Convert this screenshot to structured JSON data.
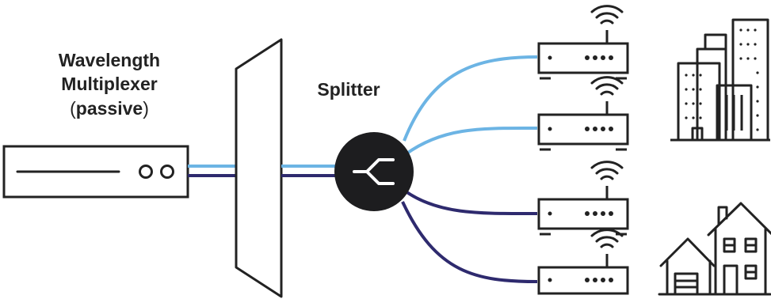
{
  "labels": {
    "mux_line1": "Wavelength",
    "mux_line2": "Multiplexer",
    "mux_line3_open": "(",
    "mux_line3_word": "passive",
    "mux_line3_close": ")",
    "splitter": "Splitter"
  },
  "colors": {
    "stroke": "#222222",
    "light_blue": "#6cb4e4",
    "dark_purple": "#2e2a6e",
    "splitter_fill": "#1d1d1f",
    "white": "#ffffff"
  },
  "icons": {
    "olt": "optical-line-terminal-icon",
    "mux": "wavelength-multiplexer-icon",
    "splitter": "splitter-icon",
    "onu": "router-icon",
    "wifi": "wifi-icon",
    "office": "office-buildings-icon",
    "house": "houses-icon"
  }
}
